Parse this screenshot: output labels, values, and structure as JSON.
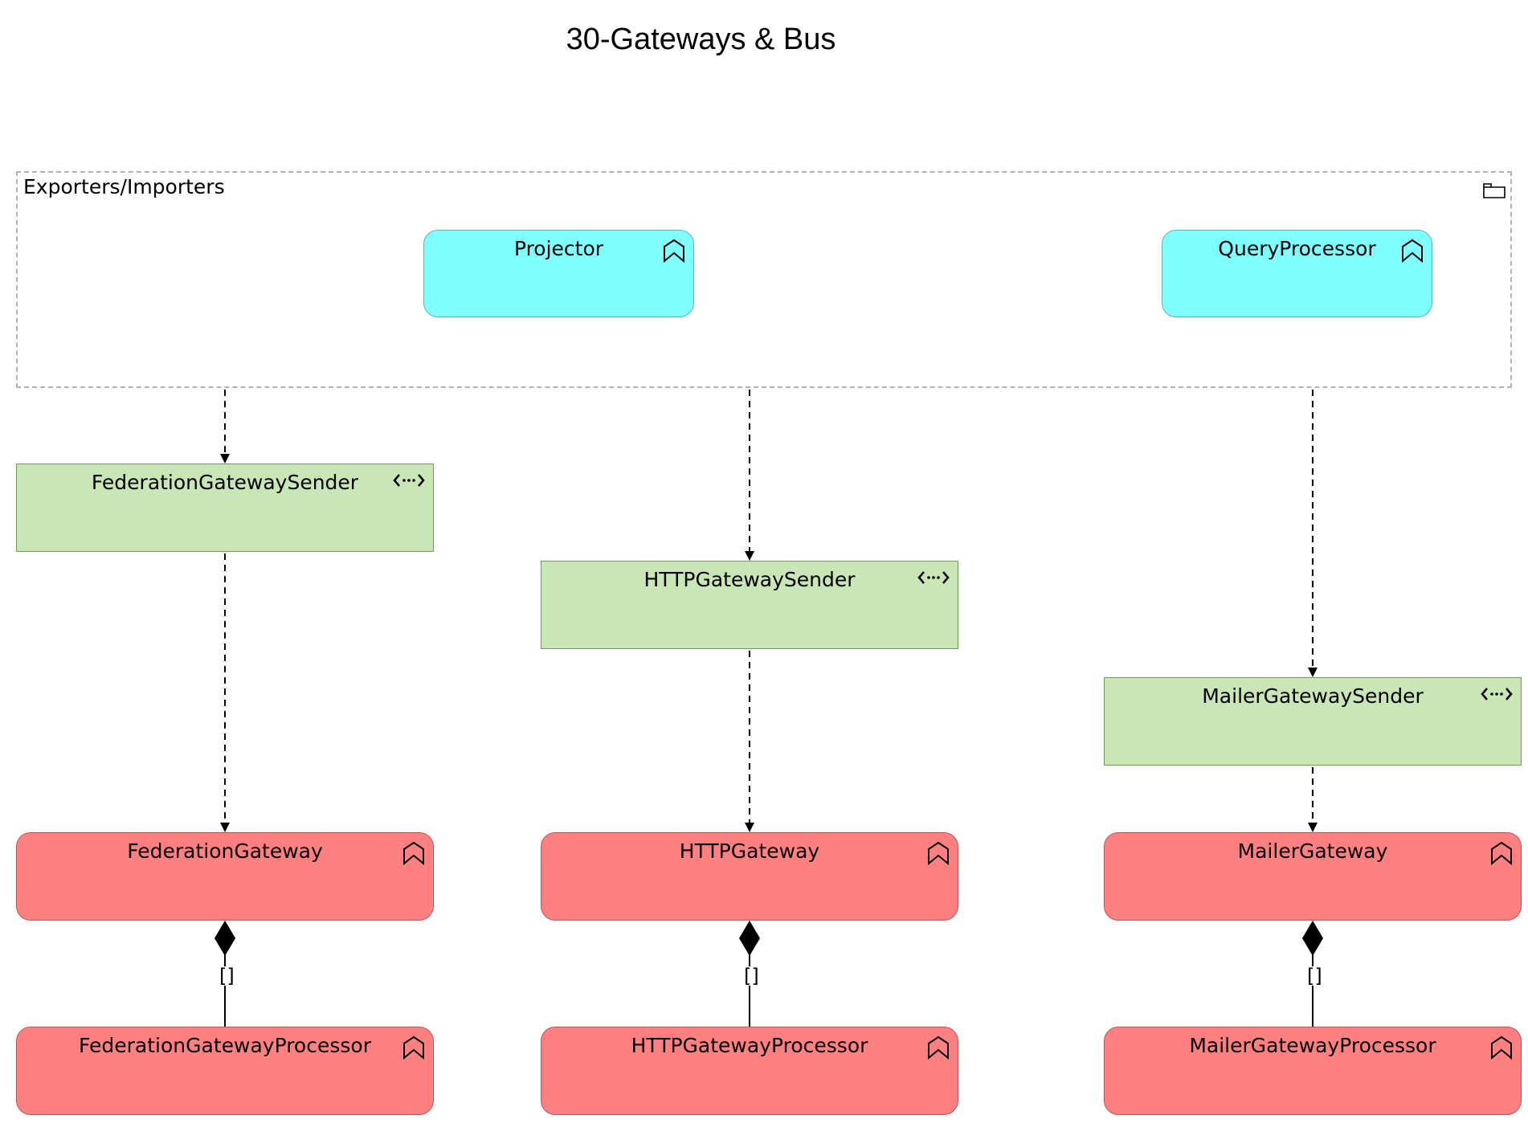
{
  "diagram": {
    "title": "30-Gateways & Bus",
    "group": {
      "label": "Exporters/Importers",
      "icon": "folder-icon"
    },
    "app_components": [
      {
        "label": "Projector",
        "icon": "application-component-icon",
        "color": "#80ffff"
      },
      {
        "label": "QueryProcessor",
        "icon": "application-component-icon",
        "color": "#80ffff"
      }
    ],
    "interfaces": [
      {
        "label": "FederationGatewaySender",
        "icon": "interface-arrows-icon",
        "color": "#c9e6b6"
      },
      {
        "label": "HTTPGatewaySender",
        "icon": "interface-arrows-icon",
        "color": "#c9e6b6"
      },
      {
        "label": "MailerGatewaySender",
        "icon": "interface-arrows-icon",
        "color": "#c9e6b6"
      }
    ],
    "gateways": [
      {
        "label": "FederationGateway",
        "icon": "application-component-icon",
        "color": "#ff8080"
      },
      {
        "label": "HTTPGateway",
        "icon": "application-component-icon",
        "color": "#ff8080"
      },
      {
        "label": "MailerGateway",
        "icon": "application-component-icon",
        "color": "#ff8080"
      }
    ],
    "processors": [
      {
        "label": "FederationGatewayProcessor",
        "icon": "application-component-icon",
        "color": "#ff8080"
      },
      {
        "label": "HTTPGatewayProcessor",
        "icon": "application-component-icon",
        "color": "#ff8080"
      },
      {
        "label": "MailerGatewayProcessor",
        "icon": "application-component-icon",
        "color": "#ff8080"
      }
    ],
    "composition_multiplicity": "[]"
  }
}
